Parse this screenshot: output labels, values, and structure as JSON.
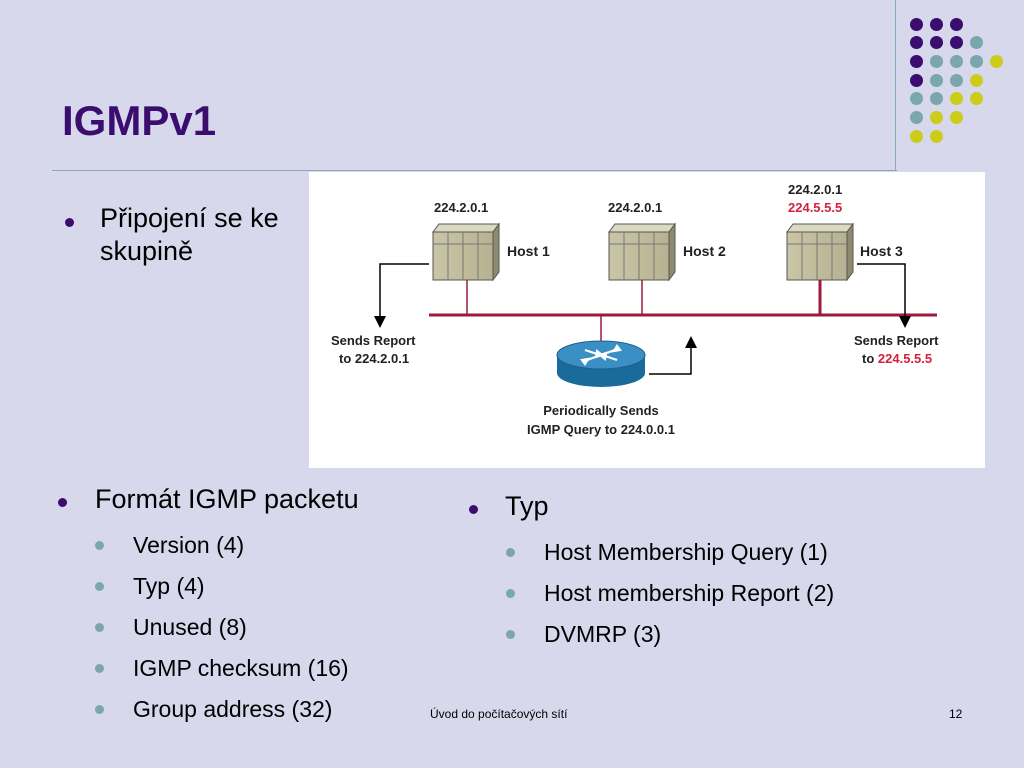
{
  "slide": {
    "title": "IGMPv1",
    "bullet_join": "Připojení se ke skupině",
    "format": {
      "heading": "Formát IGMP packetu",
      "items": [
        "Version (4)",
        "Typ (4)",
        "Unused (8)",
        "IGMP checksum (16)",
        "Group address (32)"
      ]
    },
    "typ": {
      "heading": "Typ",
      "items": [
        "Host Membership Query (1)",
        "Host membership Report (2)",
        "DVMRP (3)"
      ]
    },
    "footer": "Úvod do počítačových sítí",
    "page_number": "12"
  },
  "diagram": {
    "host1": {
      "label": "Host 1",
      "address": "224.2.0.1"
    },
    "host2": {
      "label": "Host 2",
      "address": "224.2.0.1"
    },
    "host3": {
      "label": "Host 3",
      "address1": "224.2.0.1",
      "address2": "224.5.5.5"
    },
    "report_left": {
      "line1": "Sends Report",
      "line2": "to 224.2.0.1"
    },
    "report_right": {
      "line1": "Sends Report",
      "line2_prefix": "to ",
      "line2_addr": "224.5.5.5"
    },
    "router": {
      "line1": "Periodically Sends",
      "line2": "IGMP Query to 224.0.0.1"
    }
  },
  "colors": {
    "title": "#3a0d6e",
    "accent_purple": "#3a0d6e",
    "accent_teal": "#7aa6ad",
    "accent_yellow": "#cccc1a",
    "address_red": "#d4213d",
    "bus_red": "#9c1b3c"
  },
  "icons": [
    "router-icon",
    "host-server-icon"
  ]
}
